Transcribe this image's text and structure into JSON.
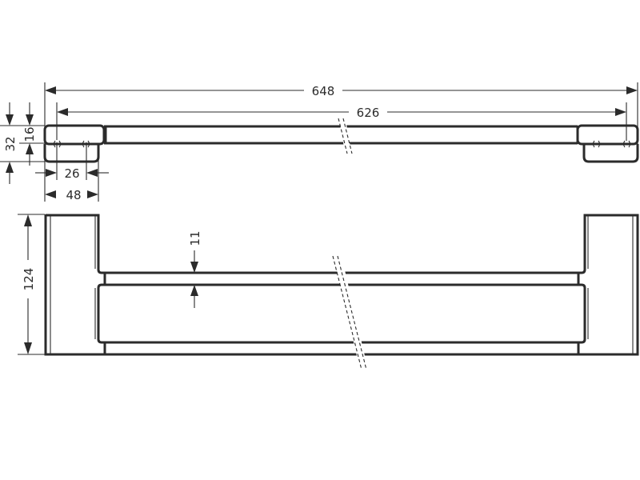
{
  "drawing": {
    "title": "Double towel bar technical drawing",
    "units": "mm",
    "colors": {
      "line": "#2b2b2b",
      "background": "#ffffff"
    },
    "top_view": {
      "dimensions": {
        "overall_length": "648",
        "center_length": "626",
        "overall_depth": "32",
        "bar_depth": "16",
        "mount_center": "26",
        "mount_width": "48"
      }
    },
    "front_view": {
      "dimensions": {
        "height": "124",
        "bar_gap": "11"
      }
    }
  }
}
